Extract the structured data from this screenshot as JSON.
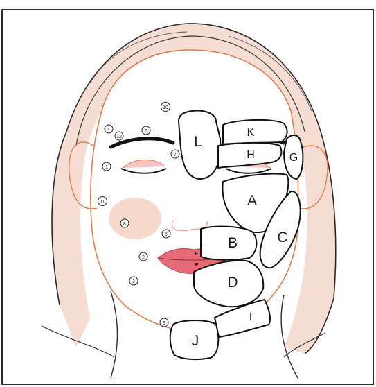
{
  "regions": {
    "A": "A",
    "B": "B",
    "C": "C",
    "D": "D",
    "E": "E",
    "F": "F",
    "G": "G",
    "H": "H",
    "I": "I",
    "J": "J",
    "K": "K",
    "L": "L"
  },
  "points": [
    "1",
    "2",
    "3",
    "4",
    "5",
    "6",
    "7",
    "8",
    "9",
    "10",
    "11",
    "12"
  ],
  "colors": {
    "skin_line": "#e07a4c",
    "hair_shade": "#d9917a",
    "lips": "#e76b76",
    "outline": "#111111"
  }
}
